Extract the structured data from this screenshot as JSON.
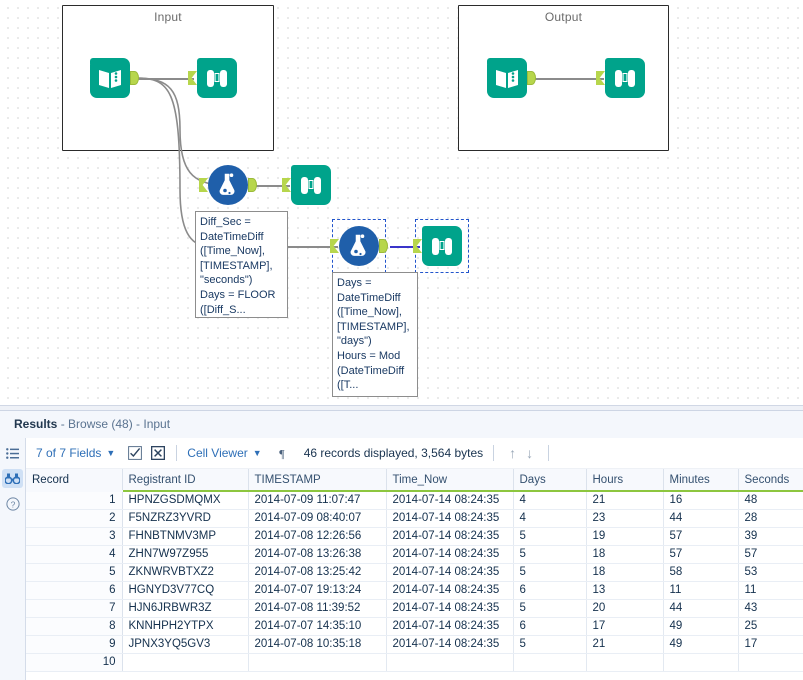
{
  "canvas": {
    "containers": [
      {
        "title": "Input"
      },
      {
        "title": "Output"
      }
    ],
    "annotations": [
      {
        "id": "formula-1-annotation",
        "text": "Diff_Sec =\nDateTimeDiff\n([Time_Now],\n[TIMESTAMP],\n\"seconds\")\nDays = FLOOR\n([Diff_S..."
      },
      {
        "id": "formula-2-annotation",
        "text": "Days =\nDateTimeDiff\n([Time_Now],\n[TIMESTAMP],\n\"days\")\nHours = Mod\n(DateTimeDiff\n([T..."
      }
    ],
    "tools": [
      {
        "id": "input-macro-1",
        "icon": "book-macro-icon"
      },
      {
        "id": "browse-1",
        "icon": "binoculars-icon"
      },
      {
        "id": "output-macro-1",
        "icon": "book-macro-icon"
      },
      {
        "id": "browse-2",
        "icon": "binoculars-icon"
      },
      {
        "id": "formula-1",
        "icon": "flask-formula-icon"
      },
      {
        "id": "browse-3",
        "icon": "binoculars-icon"
      },
      {
        "id": "formula-2",
        "icon": "flask-formula-icon",
        "selected": true
      },
      {
        "id": "browse-4",
        "icon": "binoculars-icon",
        "selected": true
      }
    ],
    "colors": {
      "tool_teal": "#00a38b",
      "tool_blue": "#1f5faa",
      "anchor_green": "#b7d64c",
      "wire_grey": "#8b8b8b",
      "wire_selected_blue": "#3a34c9",
      "selection_dashed": "#2255cc"
    }
  },
  "results": {
    "title_label": "Results",
    "title_rest": " - Browse (48) - Input",
    "rail": [
      {
        "name": "list-icon",
        "glyph": "≡",
        "active": false
      },
      {
        "name": "binoculars-icon",
        "glyph": "⚇",
        "active": true
      },
      {
        "name": "help-icon",
        "glyph": "?",
        "active": false
      }
    ],
    "toolbar": {
      "fields_label": "7 of 7 Fields",
      "select_all_icon": "checkbox-checked-icon",
      "deselect_all_icon": "checkbox-x-icon",
      "viewer_label": "Cell Viewer",
      "pilcrow_icon": "pilcrow-icon",
      "status_text": "46 records displayed, 3,564 bytes",
      "up_arrow": "↑",
      "down_arrow": "↓"
    },
    "table": {
      "columns": [
        "Record",
        "Registrant ID",
        "TIMESTAMP",
        "Time_Now",
        "Days",
        "Hours",
        "Minutes",
        "Seconds"
      ],
      "rows": [
        [
          "1",
          "HPNZGSDMQMX",
          "2014-07-09 11:07:47",
          "2014-07-14 08:24:35",
          "4",
          "21",
          "16",
          "48"
        ],
        [
          "2",
          "F5NZRZ3YVRD",
          "2014-07-09 08:40:07",
          "2014-07-14 08:24:35",
          "4",
          "23",
          "44",
          "28"
        ],
        [
          "3",
          "FHNBTNMV3MP",
          "2014-07-08 12:26:56",
          "2014-07-14 08:24:35",
          "5",
          "19",
          "57",
          "39"
        ],
        [
          "4",
          "ZHN7W97Z955",
          "2014-07-08 13:26:38",
          "2014-07-14 08:24:35",
          "5",
          "18",
          "57",
          "57"
        ],
        [
          "5",
          "ZKNWRVBTXZ2",
          "2014-07-08 13:25:42",
          "2014-07-14 08:24:35",
          "5",
          "18",
          "58",
          "53"
        ],
        [
          "6",
          "HGNYD3V77CQ",
          "2014-07-07 19:13:24",
          "2014-07-14 08:24:35",
          "6",
          "13",
          "11",
          "11"
        ],
        [
          "7",
          "HJN6JRBWR3Z",
          "2014-07-08 11:39:52",
          "2014-07-14 08:24:35",
          "5",
          "20",
          "44",
          "43"
        ],
        [
          "8",
          "KNNHPH2YTPX",
          "2014-07-07 14:35:10",
          "2014-07-14 08:24:35",
          "6",
          "17",
          "49",
          "25"
        ],
        [
          "9",
          "JPNX3YQ5GV3",
          "2014-07-08 10:35:18",
          "2014-07-14 08:24:35",
          "5",
          "21",
          "49",
          "17"
        ],
        [
          "10",
          "",
          "",
          "",
          "",
          "",
          "",
          ""
        ]
      ]
    },
    "colors": {
      "header_underline": "#8dc63f",
      "link": "#2e6fb7",
      "panel_bg": "#f4f7fc"
    }
  }
}
